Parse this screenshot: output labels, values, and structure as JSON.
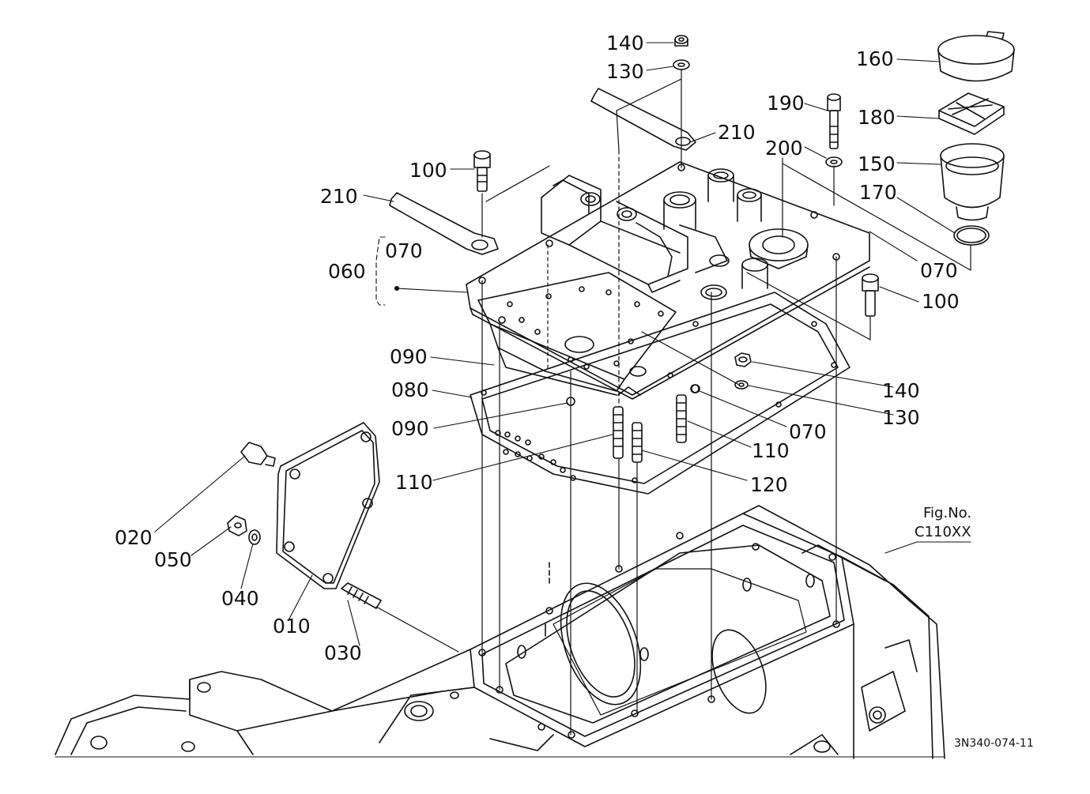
{
  "figure": {
    "fig_no_label": "Fig.No.",
    "fig_no_value": "C110XX",
    "drawing_code": "3N340-074-11"
  },
  "callouts": {
    "p140_top": "140",
    "p130_top": "130",
    "p210_right": "210",
    "p190": "190",
    "p200": "200",
    "p160": "160",
    "p180": "180",
    "p150": "150",
    "p170": "170",
    "p100_left": "100",
    "p210_left": "210",
    "p070_group": "070",
    "p060": "060",
    "p070_right": "070",
    "p100_right": "100",
    "p090_upper": "090",
    "p080": "080",
    "p140_mid": "140",
    "p130_mid": "130",
    "p090_lower": "090",
    "p070_mid": "070",
    "p110_right": "110",
    "p110_left": "110",
    "p120": "120",
    "p020": "020",
    "p050": "050",
    "p040": "040",
    "p010": "010",
    "p030": "030"
  }
}
